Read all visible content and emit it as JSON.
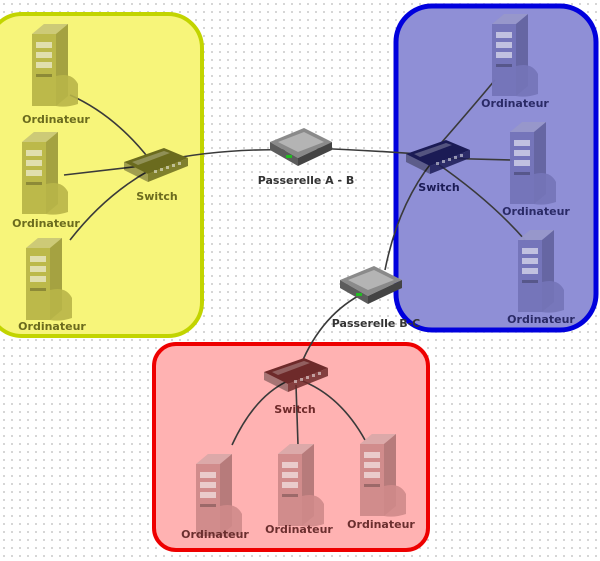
{
  "networks": [
    {
      "id": "A",
      "fill": "#f7f57a",
      "border": "#c2d400",
      "switch_label": "Switch",
      "switch_color": "#6b6b1e",
      "computer_color": "#b8b548",
      "computer_label_color": "#6b6b1e",
      "computers": [
        {
          "label": "Ordinateur"
        },
        {
          "label": "Ordinateur"
        },
        {
          "label": "Ordinateur"
        }
      ]
    },
    {
      "id": "B",
      "fill": "#8f8fd6",
      "border": "#0000dd",
      "switch_label": "Switch",
      "switch_color": "#1b1b55",
      "computer_color": "#7474b8",
      "computer_label_color": "#2a2a66",
      "computers": [
        {
          "label": "Ordinateur"
        },
        {
          "label": "Ordinateur"
        },
        {
          "label": "Ordinateur"
        }
      ]
    },
    {
      "id": "C",
      "fill": "#ffb2b2",
      "border": "#ee0000",
      "switch_label": "Switch",
      "switch_color": "#6e2a2a",
      "computer_color": "#cf8a8a",
      "computer_label_color": "#6b2f2f",
      "computers": [
        {
          "label": "Ordinateur"
        },
        {
          "label": "Ordinateur"
        },
        {
          "label": "Ordinateur"
        }
      ]
    }
  ],
  "gateways": [
    {
      "id": "AB",
      "label": "Passerelle A -  B"
    },
    {
      "id": "BC",
      "label": "Passerelle B-C"
    }
  ],
  "colors": {
    "cable": "#3a3a3a",
    "gateway_body": "#5c5c5c",
    "gateway_top": "#8a8a8a",
    "gateway_led": "#22bb22",
    "label_text": "#333333"
  }
}
